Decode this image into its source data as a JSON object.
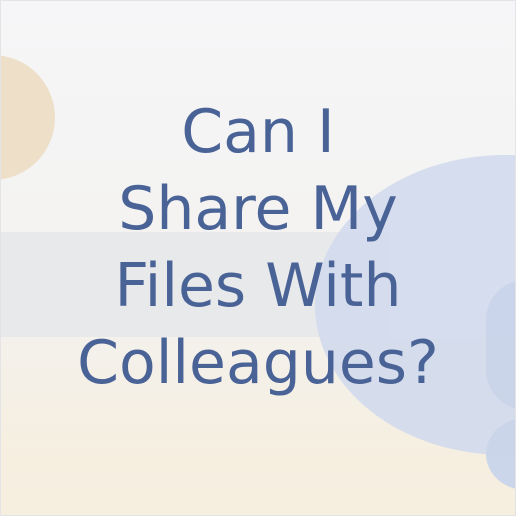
{
  "headline": {
    "lines": [
      "Can I",
      "Share My",
      "Files With",
      "Colleagues?"
    ]
  },
  "colors": {
    "text": "#4a6397",
    "accent_blue": "#c9d4ea",
    "accent_tan": "#ecdcc0",
    "background": "#f3f2ef"
  }
}
